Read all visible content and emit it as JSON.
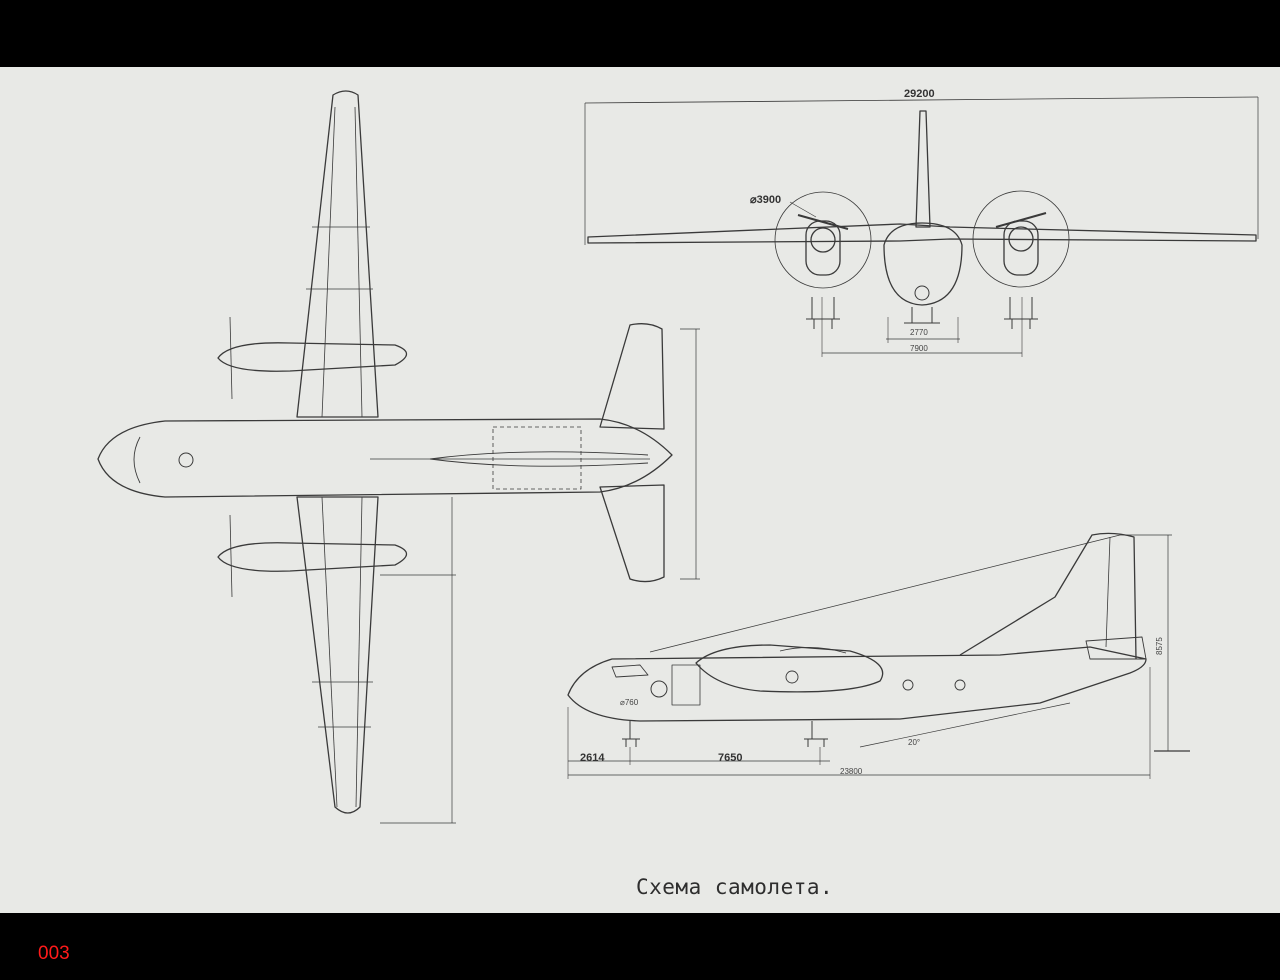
{
  "drawing": {
    "caption": "Схема самолета.",
    "dimensions": {
      "span": "29200",
      "propeller_diameter": "⌀3900",
      "track_inner": "2770",
      "track_outer": "7900",
      "nose_to_main": "2614",
      "wheelbase": "7650",
      "overall_length": "23800",
      "tail_height": "8575",
      "door_diameter": "⌀760",
      "tail_angle": "20°"
    }
  },
  "footer": {
    "slide_number": "003"
  }
}
